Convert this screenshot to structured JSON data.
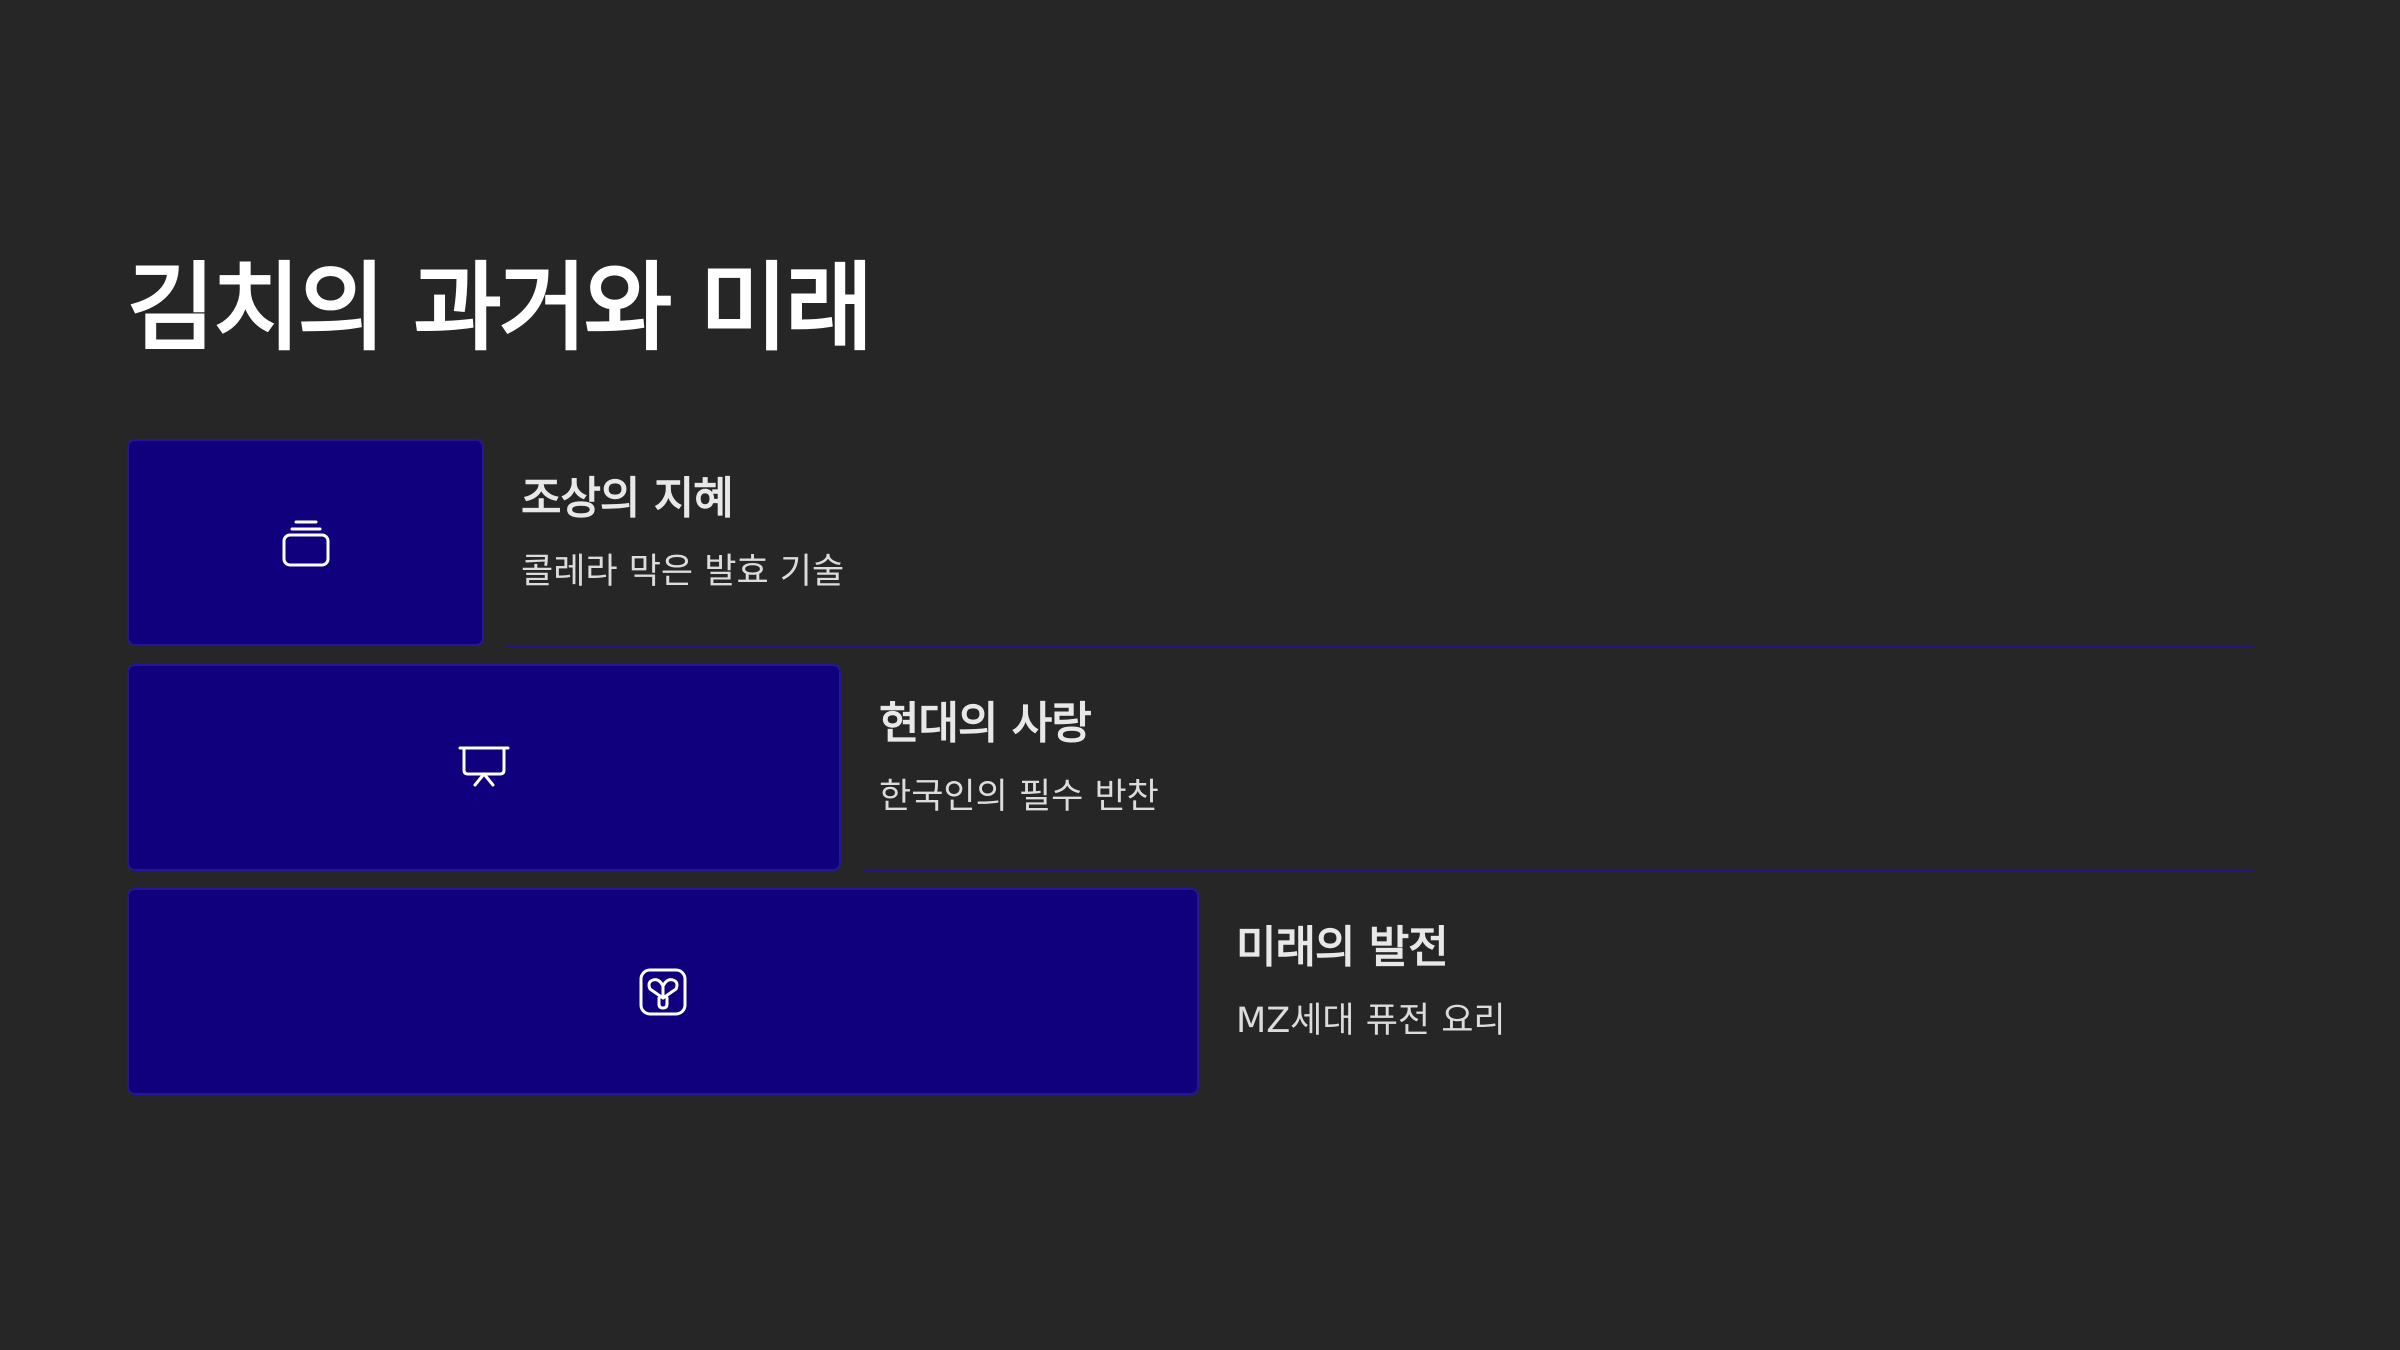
{
  "slide": {
    "title": "김치의 과거와 미래"
  },
  "stages": [
    {
      "heading": "조상의 지혜",
      "description": "콜레라 막은 발효 기술",
      "icon": "jar-icon"
    },
    {
      "heading": "현대의 사랑",
      "description": "한국인의 필수 반찬",
      "icon": "presentation-board-icon"
    },
    {
      "heading": "미래의 발전",
      "description": "MZ세대 퓨전 요리",
      "icon": "fusion-emblem-icon"
    }
  ],
  "colors": {
    "background": "#272627",
    "block": "#11007d",
    "block_border": "#221796",
    "divider": "#221582",
    "title": "#ffffff",
    "text": "#e8e8e8"
  }
}
